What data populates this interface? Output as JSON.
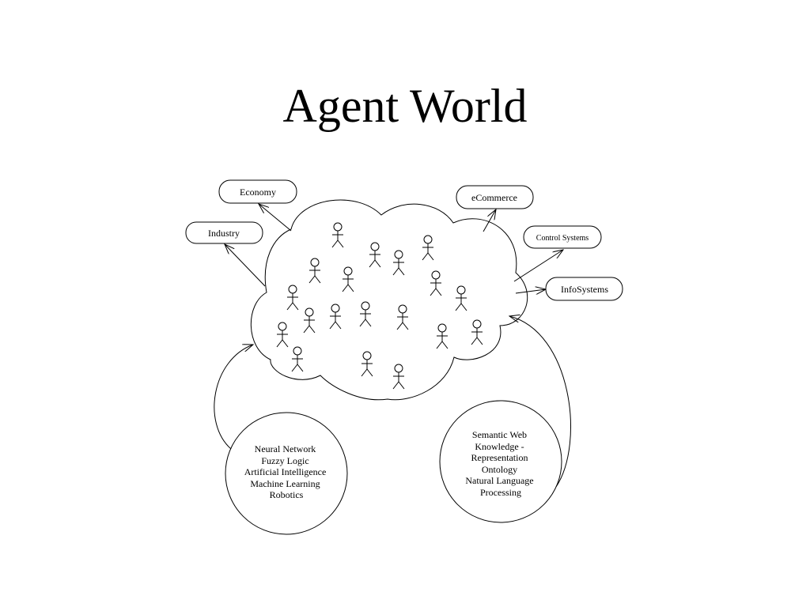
{
  "title": "Agent World",
  "domains": {
    "economy": "Economy",
    "industry": "Industry",
    "ecommerce": "eCommerce",
    "control_systems": "Control Systems",
    "infosystems": "InfoSystems"
  },
  "left_circle": {
    "lines": [
      "Neural Network",
      "Fuzzy Logic",
      "Artificial Intelligence",
      "Machine Learning",
      "Robotics"
    ]
  },
  "right_circle": {
    "lines": [
      "Semantic Web",
      "Knowledge -",
      "Representation",
      "Ontology",
      "Natural Language",
      "Processing"
    ]
  }
}
